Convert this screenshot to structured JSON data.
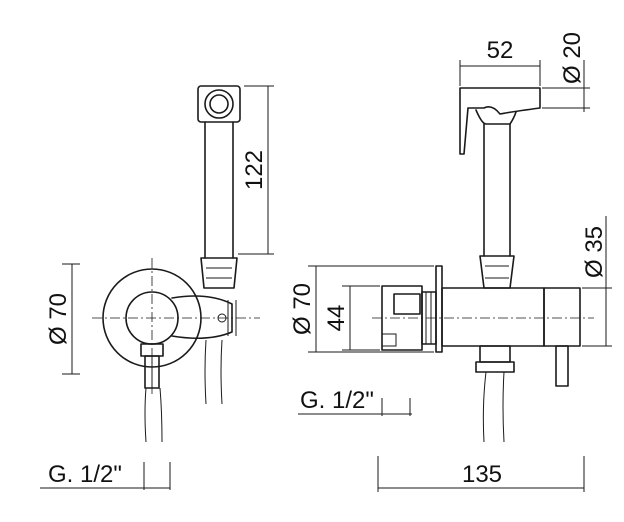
{
  "labels": {
    "front_diameter": "Ø 70",
    "front_height": "122",
    "front_thread": "G. 1/2\"",
    "side_width": "52",
    "side_head_diameter": "Ø 20",
    "side_valve_diameter": "Ø 35",
    "side_flange_diameter": "Ø 70",
    "side_body_height": "44",
    "side_thread": "G. 1/2\"",
    "side_length": "135"
  }
}
